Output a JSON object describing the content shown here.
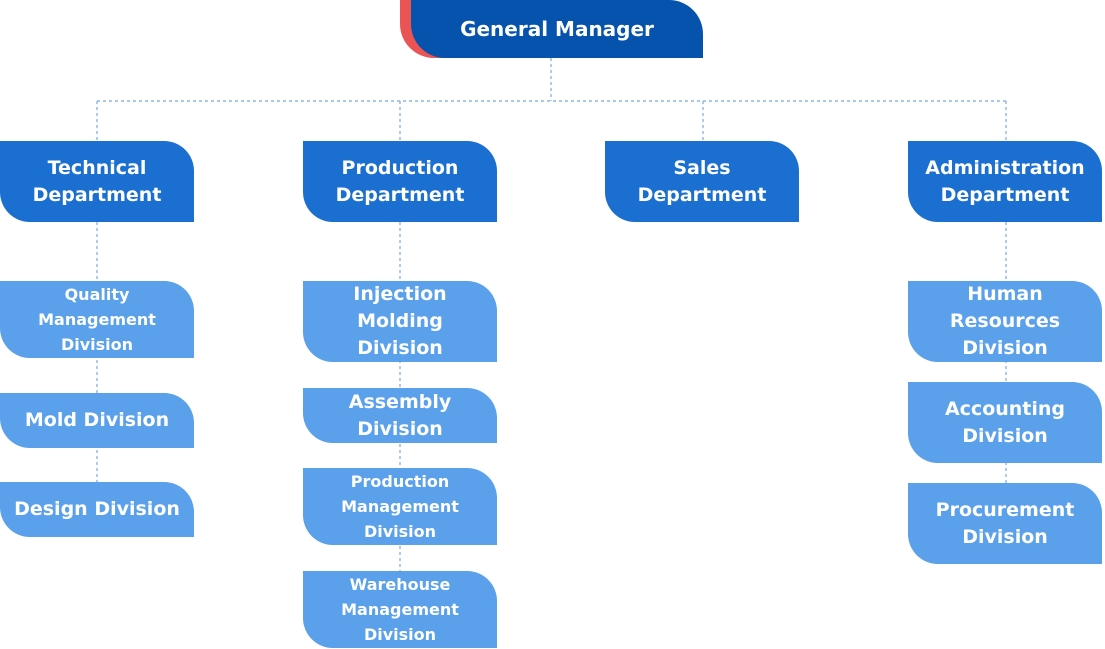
{
  "chart": {
    "root": "General Manager",
    "departments": [
      {
        "name": "Technical\nDepartment",
        "divisions": [
          "Quality Management\nDivision",
          "Mold Division",
          "Design Division"
        ]
      },
      {
        "name": "Production\nDepartment",
        "divisions": [
          "Injection Molding\nDivision",
          "Assembly Division",
          "Production\nManagement Division",
          "Warehouse\nManagement Division"
        ]
      },
      {
        "name": "Sales\nDepartment",
        "divisions": []
      },
      {
        "name": "Administration\nDepartment",
        "divisions": [
          "Human Resources\nDivision",
          "Accounting\nDivision",
          "Procurement\nDivision"
        ]
      }
    ]
  },
  "colors": {
    "root": "#0553ac",
    "root_accent": "#ea5455",
    "department": "#1a6fd0",
    "division": "#5aa0ea",
    "connector": "#8fb6e3"
  }
}
